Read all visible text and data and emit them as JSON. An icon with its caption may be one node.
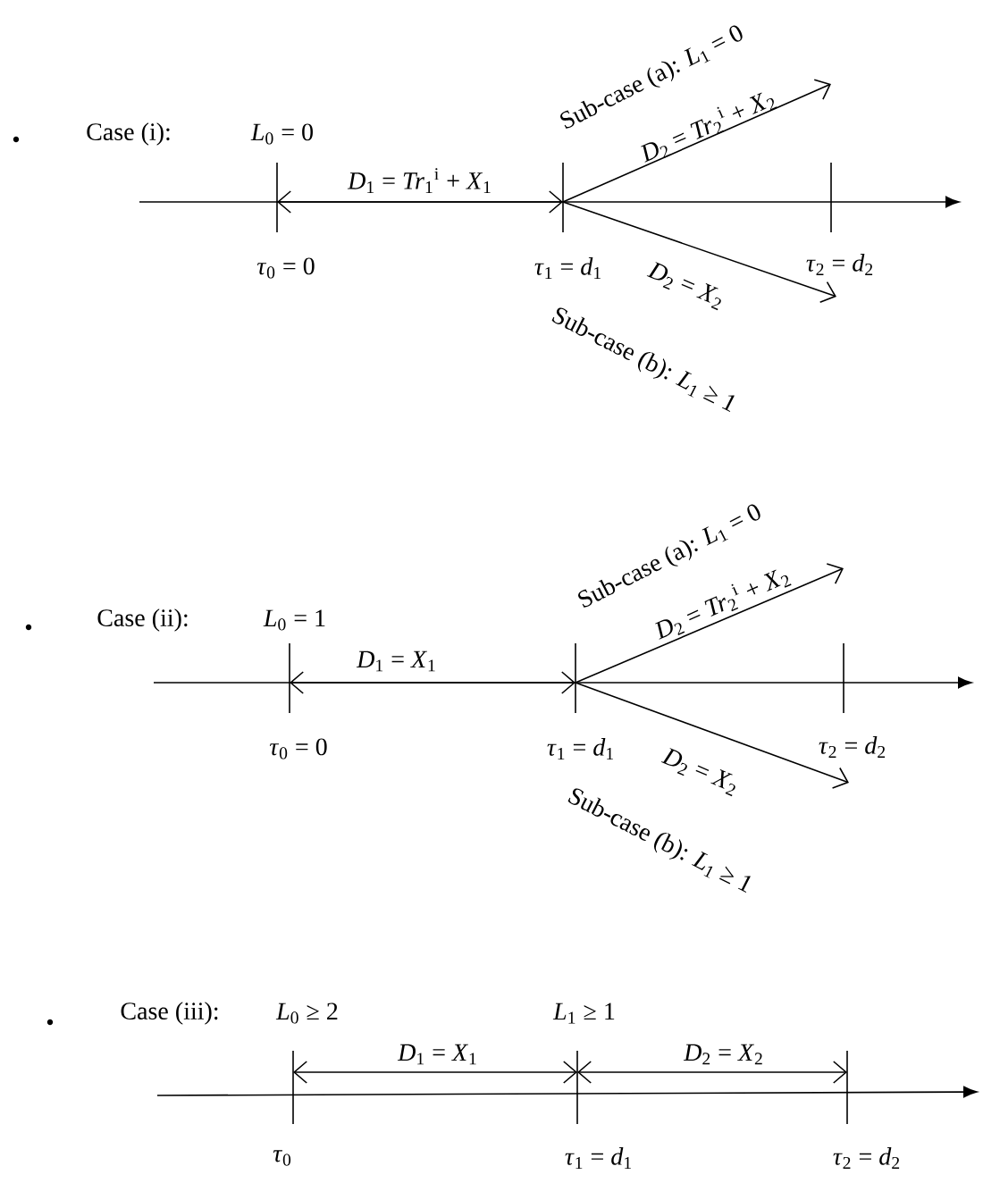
{
  "diagram": {
    "labels": [
      "Case (i):",
      "*L*$_{0}$ = 0",
      "Sub-case (a): *L*$_{1}$ = 0",
      "*D*$_{2}$ = *Tr*$_{2}$$^{i}$ + *X*$_{2}$",
      "*D*$_{1}$ = *Tr*$_{1}$$^{i}$ + *X*$_{1}$",
      "*τ*$_{0}$ = 0",
      "*τ*$_{1}$ = *d*$_{1}$",
      "*τ*$_{2}$ = *d*$_{2}$",
      "*D*$_{2}$ = *X*$_{2}$",
      "Sub-case (b): *L*$_{1}$ ≥ 1",
      "Case (ii):",
      "*L*$_{0}$ = 1",
      "Sub-case (a): *L*$_{1}$ = 0",
      "*D*$_{2}$ = *Tr*$_{2}$$^{i}$ + *X*$_{2}$",
      "*D*$_{1}$ = *X*$_{1}$",
      "*τ*$_{0}$ = 0",
      "*τ*$_{1}$ = *d*$_{1}$",
      "*τ*$_{2}$ = *d*$_{2}$",
      "*D*$_{2}$ = *X*$_{2}$",
      "Sub-case (b): *L*$_{1}$ ≥ 1",
      "Case (iii):",
      "*L*$_{0}$ ≥ 2",
      "*L*$_{1}$ ≥ 1",
      "*D*$_{1}$ = *X*$_{1}$",
      "*D*$_{2}$ = *X*$_{2}$",
      "*τ*$_{0}$",
      "*τ*$_{1}$ = *d*$_{1}$",
      "*τ*$_{2}$ = *d*$_{2}$"
    ]
  }
}
